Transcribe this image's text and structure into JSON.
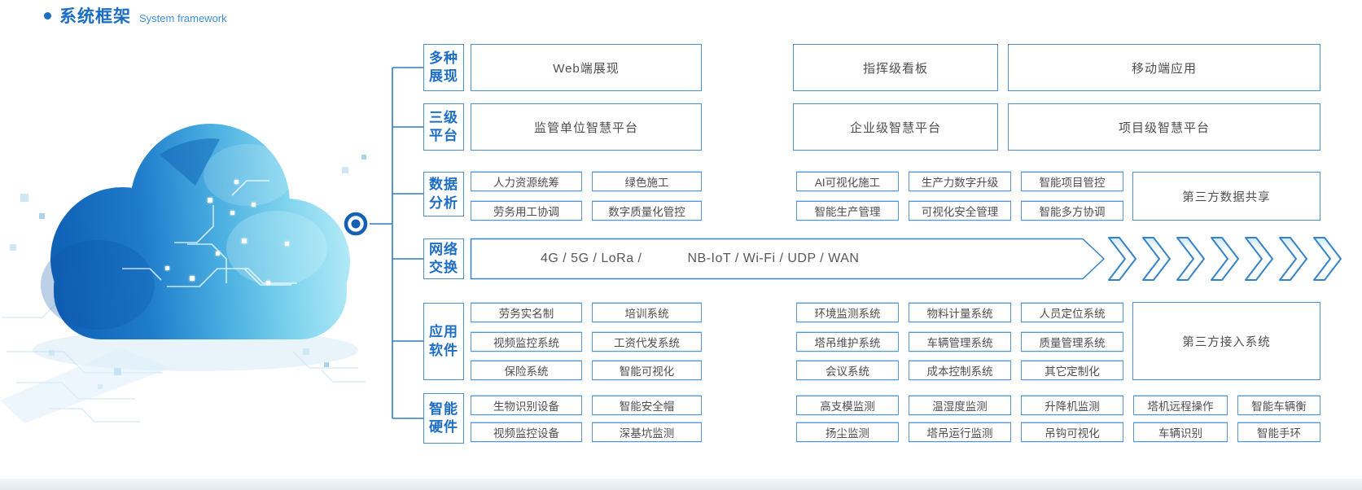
{
  "header": {
    "title_zh": "系统框架",
    "title_en": "System framework"
  },
  "categories": {
    "display": {
      "label": [
        "多种",
        "展现"
      ],
      "boxes": [
        "Web端展现",
        "指挥级看板",
        "移动端应用"
      ]
    },
    "platform": {
      "label": [
        "三级",
        "平台"
      ],
      "boxes": [
        "监管单位智慧平台",
        "企业级智慧平台",
        "项目级智慧平台"
      ]
    },
    "analysis": {
      "label": [
        "数据",
        "分析"
      ],
      "left": [
        [
          "人力资源统筹",
          "绿色施工"
        ],
        [
          "劳务用工协调",
          "数字质量化管控"
        ]
      ],
      "mid": [
        [
          "AI可视化施工",
          "生产力数字升级",
          "智能项目管控"
        ],
        [
          "智能生产管理",
          "可视化安全管理",
          "智能多方协调"
        ]
      ],
      "right": "第三方数据共享"
    },
    "network": {
      "label": [
        "网络",
        "交换"
      ],
      "text_left": "4G / 5G / LoRa /",
      "text_right": "NB-IoT / Wi-Fi / UDP / WAN"
    },
    "software": {
      "label": [
        "应用",
        "软件"
      ],
      "left": [
        [
          "劳务实名制",
          "培训系统"
        ],
        [
          "视频监控系统",
          "工资代发系统"
        ],
        [
          "保险系统",
          "智能可视化"
        ]
      ],
      "mid": [
        [
          "环境监测系统",
          "物料计量系统",
          "人员定位系统"
        ],
        [
          "塔吊维护系统",
          "车辆管理系统",
          "质量管理系统"
        ],
        [
          "会议系统",
          "成本控制系统",
          "其它定制化"
        ]
      ],
      "right": "第三方接入系统"
    },
    "hardware": {
      "label": [
        "智能",
        "硬件"
      ],
      "rows": [
        [
          "生物识别设备",
          "智能安全帽",
          "高支模监测",
          "温湿度监测",
          "升降机监测",
          "塔机远程操作",
          "智能车辆衡"
        ],
        [
          "视频监控设备",
          "深基坑监测",
          "扬尘监测",
          "塔吊运行监测",
          "吊钩可视化",
          "车辆识别",
          "智能手环"
        ]
      ]
    }
  },
  "icons": {
    "cloud": "cloud-illustration",
    "node": "bullseye-node",
    "flow": "chevron-right-arrows"
  },
  "colors": {
    "accent": "#1a6dc4",
    "line": "#2e7cc3",
    "box_border": "#4a8fd2",
    "small_box_border": "#5596d8",
    "text": "#4d4e50",
    "cloud_dark": "#0e5eb4",
    "cloud_light": "#b9ecf8"
  }
}
